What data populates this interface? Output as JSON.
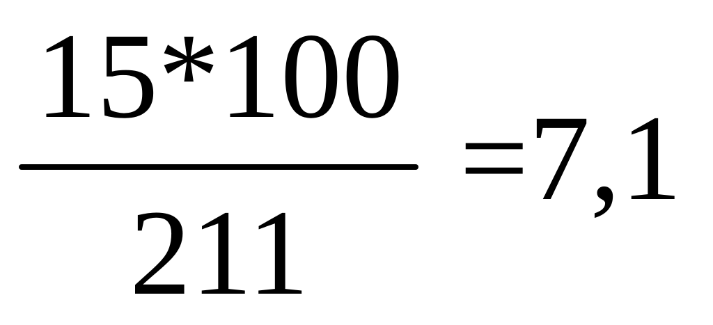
{
  "formula": {
    "numerator": "15*100",
    "denominator": "211",
    "result": "=7,1"
  },
  "colors": {
    "text": "#000000",
    "background": "#ffffff"
  }
}
